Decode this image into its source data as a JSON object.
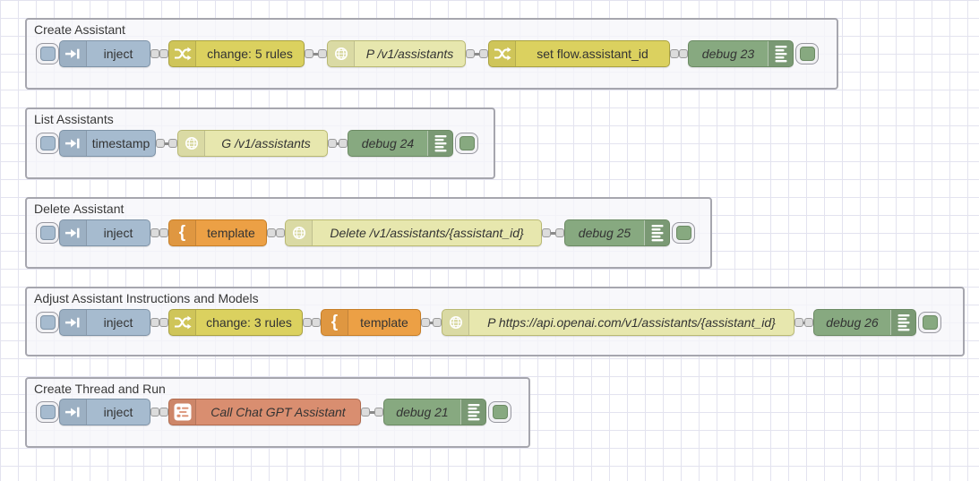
{
  "app": "Node-RED flow editor canvas",
  "colors": {
    "canvas_bg": "#ffffff",
    "grid_line": "#e3e3ef",
    "group_fill": "rgba(246,246,250,0.78)",
    "group_border": "#a6a6ae",
    "group_title_text": "#383838",
    "node_label_text": "#333333",
    "port_fill": "#dcdcdc",
    "port_border": "#999999",
    "wire": "#8a8a8a",
    "node_types": {
      "inject": {
        "fill": "#a6bbcf",
        "border": "#7e93a7"
      },
      "change": {
        "fill": "#dbd15f",
        "border": "#aaa240"
      },
      "http-request": {
        "fill": "#e7e7ae",
        "border": "#b9b973"
      },
      "template": {
        "fill": "#eca045",
        "border": "#c77e26"
      },
      "debug": {
        "fill": "#87a980",
        "border": "#6b8a63"
      },
      "subflow": {
        "fill": "#d98e70",
        "border": "#b06a4e"
      }
    }
  },
  "groups": [
    {
      "title": "Create Assistant",
      "nodes": [
        {
          "label": "inject",
          "type": "inject"
        },
        {
          "label": "change: 5 rules",
          "type": "change"
        },
        {
          "label": "P /v1/assistants",
          "type": "http-request"
        },
        {
          "label": "set flow.assistant_id",
          "type": "change"
        },
        {
          "label": "debug 23",
          "type": "debug"
        }
      ]
    },
    {
      "title": "List Assistants",
      "nodes": [
        {
          "label": "timestamp",
          "type": "inject"
        },
        {
          "label": "G /v1/assistants",
          "type": "http-request"
        },
        {
          "label": "debug 24",
          "type": "debug"
        }
      ]
    },
    {
      "title": "Delete Assistant",
      "nodes": [
        {
          "label": "inject",
          "type": "inject"
        },
        {
          "label": "template",
          "type": "template"
        },
        {
          "label": "Delete /v1/assistants/{assistant_id}",
          "type": "http-request"
        },
        {
          "label": "debug 25",
          "type": "debug"
        }
      ]
    },
    {
      "title": "Adjust Assistant Instructions and Models",
      "nodes": [
        {
          "label": "inject",
          "type": "inject"
        },
        {
          "label": "change: 3 rules",
          "type": "change"
        },
        {
          "label": "template",
          "type": "template"
        },
        {
          "label": "P https://api.openai.com/v1/assistants/{assistant_id}",
          "type": "http-request"
        },
        {
          "label": "debug 26",
          "type": "debug"
        }
      ]
    },
    {
      "title": "Create Thread and Run",
      "nodes": [
        {
          "label": "inject",
          "type": "inject"
        },
        {
          "label": "Call Chat GPT Assistant",
          "type": "subflow"
        },
        {
          "label": "debug 21",
          "type": "debug"
        }
      ]
    }
  ]
}
